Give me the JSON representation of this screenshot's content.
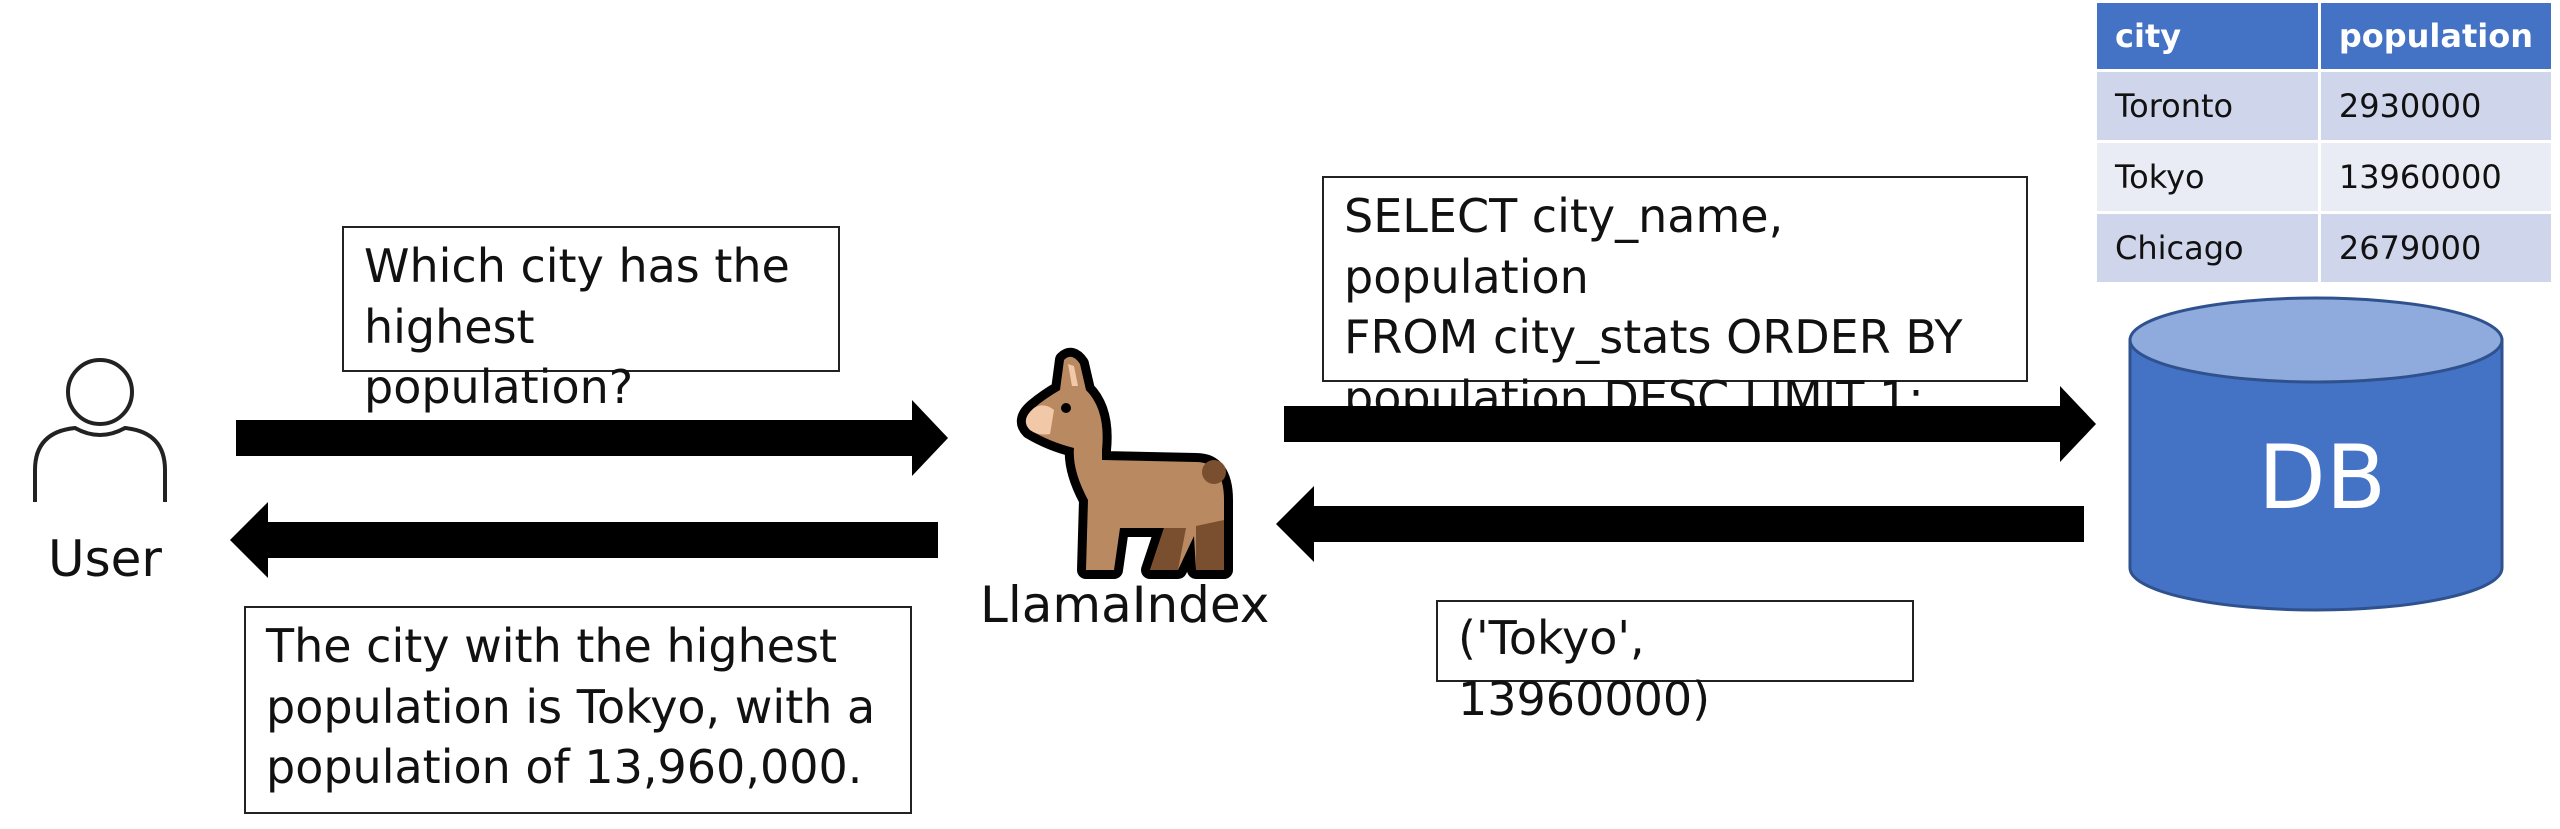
{
  "user": {
    "label": "User"
  },
  "llama": {
    "label": "LlamaIndex"
  },
  "db": {
    "label": "DB",
    "color": "#4472c4",
    "top_color": "#8faadc"
  },
  "question": "Which city has the\nhighest population?",
  "answer": "The city with the highest\npopulation is Tokyo, with a\npopulation of 13,960,000.",
  "sql": "SELECT city_name, population\nFROM city_stats ORDER BY\npopulation DESC LIMIT 1;",
  "result": "('Tokyo', 13960000)",
  "table": {
    "headers": [
      "city",
      "population"
    ],
    "rows": [
      [
        "Toronto",
        "2930000"
      ],
      [
        "Tokyo",
        "13960000"
      ],
      [
        "Chicago",
        "2679000"
      ]
    ],
    "header_color": "#4472c4",
    "row_colors": [
      "#cfd5ea",
      "#e9ebf5"
    ]
  }
}
